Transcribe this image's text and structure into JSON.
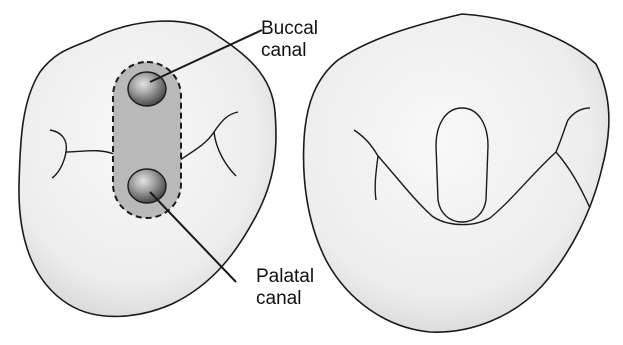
{
  "labels": {
    "buccal_line1": "Buccal",
    "buccal_line2": "canal",
    "palatal_line1": "Palatal",
    "palatal_line2": "canal"
  },
  "colors": {
    "tooth_fill": "#f0f0f0",
    "outline": "#1a1a1a",
    "access_cavity_fill": "#b8b8b8",
    "canal_dark": "#5a5a5a",
    "canal_light": "#d4d4d4"
  }
}
